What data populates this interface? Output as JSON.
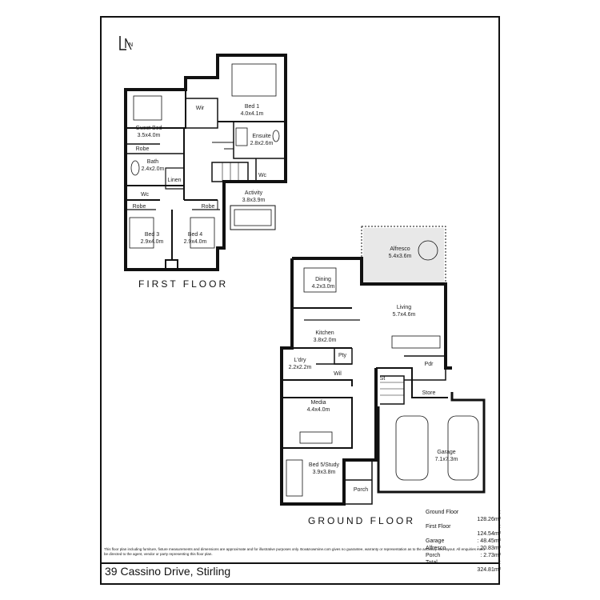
{
  "first_floor": {
    "title": "FIRST FLOOR",
    "rooms": [
      {
        "name": "Guest Bed",
        "size": "3.5x4.0m"
      },
      {
        "name": "Wir",
        "size": ""
      },
      {
        "name": "Bed 1",
        "size": "4.0x4.1m"
      },
      {
        "name": "Ensuite",
        "size": "2.8x2.6m"
      },
      {
        "name": "Robe",
        "size": ""
      },
      {
        "name": "Bath",
        "size": "2.4x2.0m"
      },
      {
        "name": "Linen",
        "size": ""
      },
      {
        "name": "Wc",
        "size": ""
      },
      {
        "name": "Wc",
        "size": ""
      },
      {
        "name": "Activity",
        "size": "3.8x3.9m"
      },
      {
        "name": "Robe",
        "size": ""
      },
      {
        "name": "Robe",
        "size": ""
      },
      {
        "name": "Bed 3",
        "size": "2.9x4.0m"
      },
      {
        "name": "Bed 4",
        "size": "2.9x4.0m"
      }
    ]
  },
  "ground_floor": {
    "title": "GROUND FLOOR",
    "rooms": [
      {
        "name": "Alfresco",
        "size": "5.4x3.6m"
      },
      {
        "name": "Dining",
        "size": "4.2x3.0m"
      },
      {
        "name": "Living",
        "size": "5.7x4.6m"
      },
      {
        "name": "Kitchen",
        "size": "3.8x2.0m"
      },
      {
        "name": "Pty",
        "size": ""
      },
      {
        "name": "L'dry",
        "size": "2.2x2.2m"
      },
      {
        "name": "Wil",
        "size": ""
      },
      {
        "name": "St",
        "size": ""
      },
      {
        "name": "Pdr",
        "size": ""
      },
      {
        "name": "Store",
        "size": ""
      },
      {
        "name": "Media",
        "size": "4.4x4.0m"
      },
      {
        "name": "Garage",
        "size": "7.1x7.3m"
      },
      {
        "name": "Bed 5/Study",
        "size": "3.9x3.8m"
      },
      {
        "name": "Porch",
        "size": ""
      }
    ]
  },
  "areas": [
    {
      "label": "Ground Floor",
      "value": ": 128.26m²"
    },
    {
      "label": "First Floor",
      "value": ": 124.54m²"
    },
    {
      "label": "Garage",
      "value": ": 48.45m²"
    },
    {
      "label": "Alfresco",
      "value": ": 20.83m²"
    },
    {
      "label": "Porch",
      "value": ": 2.73m²"
    },
    {
      "label": "Total",
      "value": ": 324.81m²"
    }
  ],
  "disclaimer": "This floor plan including furniture, fixture measurements and dimensions are approximate and for illustrative purposes only. Box&nowmine.com gives no guarantee, warranty or representation as to the accuracy and layout. All enquiries must be directed to the agent, vendor or party representing this floor plan.",
  "address": "39 Cassino Drive, Stirling",
  "north_label": "N"
}
